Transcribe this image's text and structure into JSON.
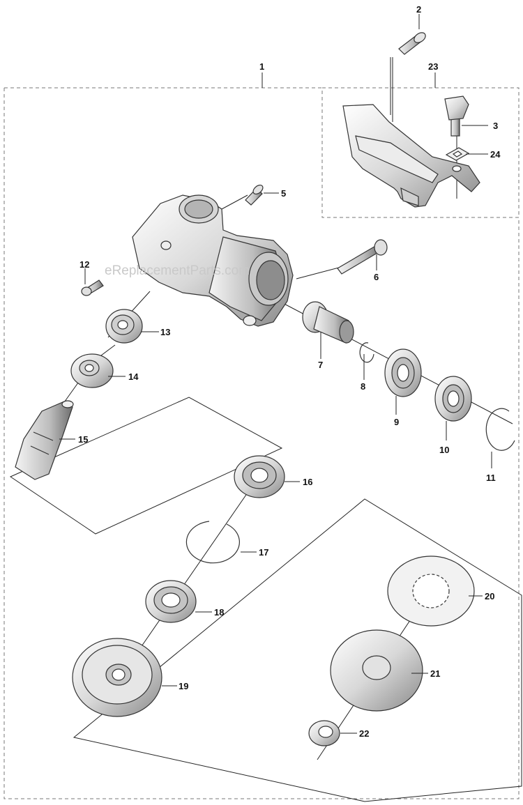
{
  "watermark": "eReplacementParts.com",
  "callouts": {
    "p1": "1",
    "p2": "2",
    "p3": "3",
    "p5": "5",
    "p6": "6",
    "p7": "7",
    "p8": "8",
    "p9": "9",
    "p10": "10",
    "p11": "11",
    "p12": "12",
    "p13": "13",
    "p14": "14",
    "p15": "15",
    "p16": "16",
    "p17": "17",
    "p18": "18",
    "p19": "19",
    "p20": "20",
    "p21": "21",
    "p22": "22",
    "p23": "23",
    "p24": "24"
  }
}
